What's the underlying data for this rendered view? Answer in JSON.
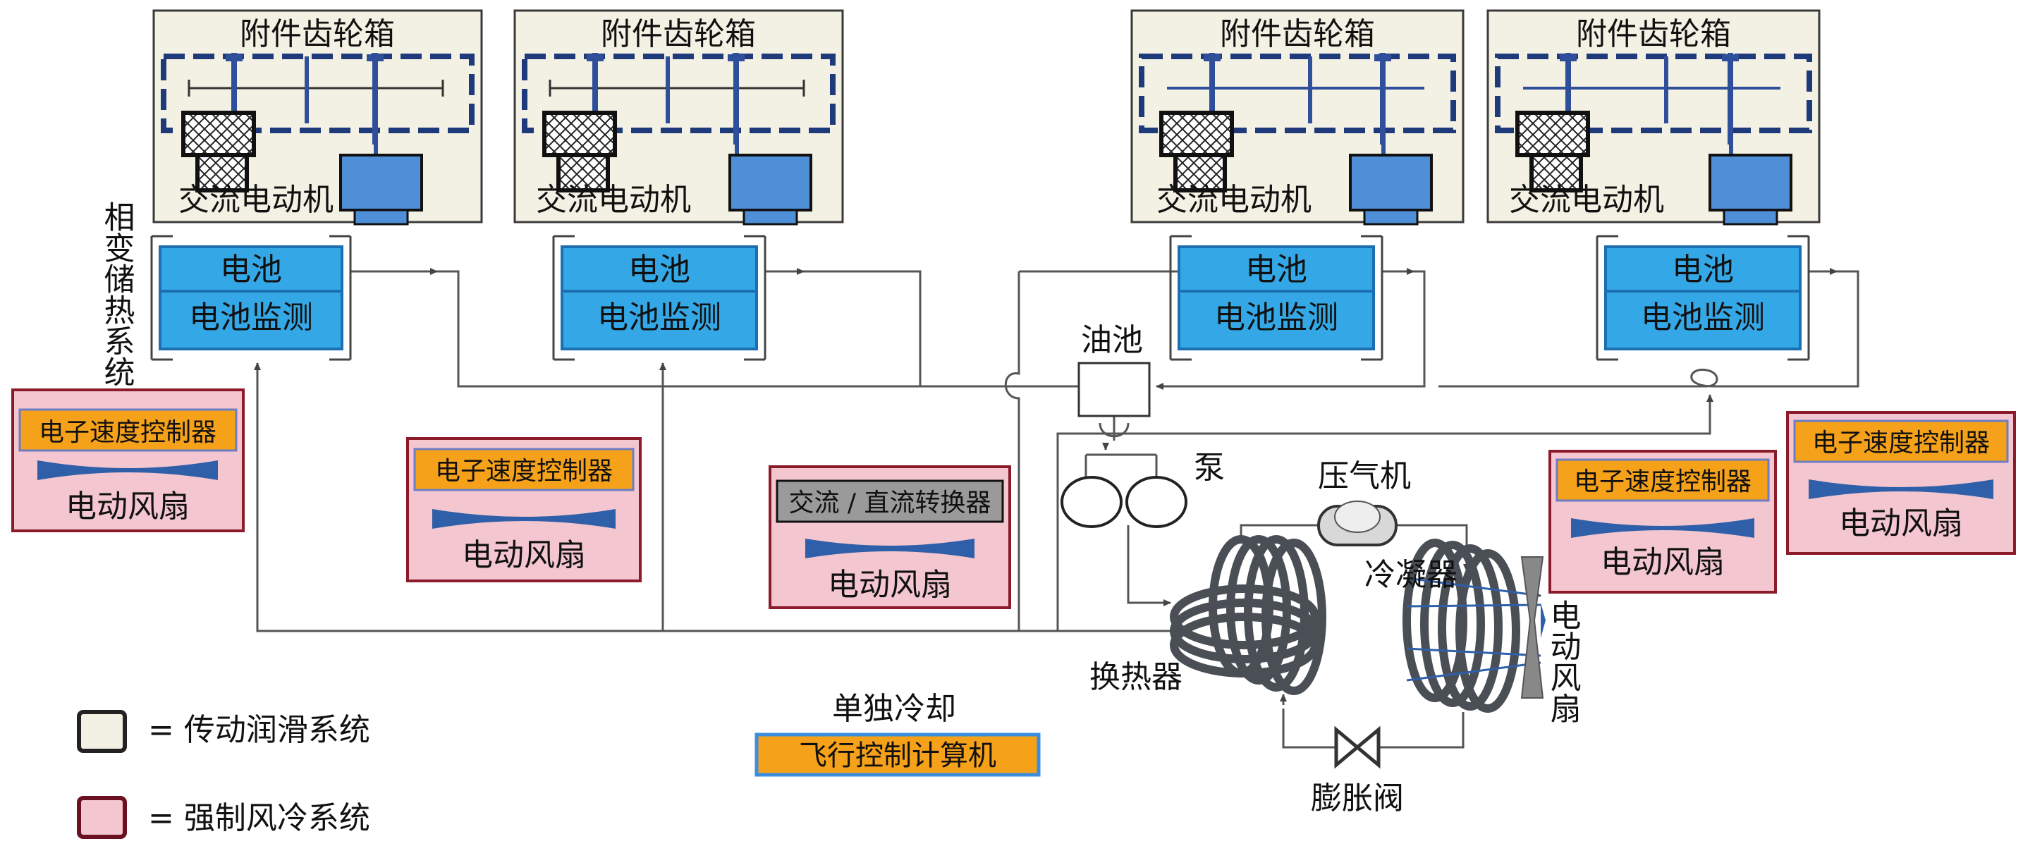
{
  "colors": {
    "gearbox_fill": "#f3f1e3",
    "gearbox_border": "#3a3a3a",
    "gear_dash": "#1f3a7a",
    "shaft": "#2f4f9a",
    "motor_blue": "#4f8fd8",
    "battery_fill": "#34a8e6",
    "battery_border": "#1c6fb0",
    "fan_panel_fill": "#f3c6d0",
    "fan_panel_border": "#8b1a2b",
    "controller_fill": "#f6a11a",
    "converter_fill": "#9a9a9a",
    "fan_blade": "#2f5fa8",
    "pipe": "#4a4a4a",
    "coil": "#4a4f55"
  },
  "gearboxes": [
    {
      "title": "附件齿轮箱",
      "motor_label": "交流电动机"
    },
    {
      "title": "附件齿轮箱",
      "motor_label": "交流电动机"
    },
    {
      "title": "附件齿轮箱",
      "motor_label": "交流电动机"
    },
    {
      "title": "附件齿轮箱",
      "motor_label": "交流电动机"
    }
  ],
  "batteries": [
    {
      "battery": "电池",
      "monitor": "电池监测"
    },
    {
      "battery": "电池",
      "monitor": "电池监测"
    },
    {
      "battery": "电池",
      "monitor": "电池监测"
    },
    {
      "battery": "电池",
      "monitor": "电池监测"
    }
  ],
  "side_label": "相变储热系统",
  "fan_units": [
    {
      "controller": "电子速度控制器",
      "fan": "电动风扇",
      "controller_type": "orange"
    },
    {
      "controller": "电子速度控制器",
      "fan": "电动风扇",
      "controller_type": "orange"
    },
    {
      "controller": "交流 / 直流转换器",
      "fan": "电动风扇",
      "controller_type": "gray"
    },
    {
      "controller": "电子速度控制器",
      "fan": "电动风扇",
      "controller_type": "orange"
    },
    {
      "controller": "电子速度控制器",
      "fan": "电动风扇",
      "controller_type": "orange"
    }
  ],
  "thermal": {
    "oil_tank": "油池",
    "pump": "泵",
    "compressor": "压气机",
    "condenser": "冷凝器",
    "fan": "电动风扇",
    "heat_exchanger": "换热器",
    "expansion_valve": "膨胀阀"
  },
  "separate": {
    "label": "单独冷却",
    "computer": "飞行控制计算机"
  },
  "legend": [
    {
      "label": "= 传动润滑系统",
      "type": "gearbox"
    },
    {
      "label": "= 强制风冷系统",
      "type": "fan"
    }
  ]
}
